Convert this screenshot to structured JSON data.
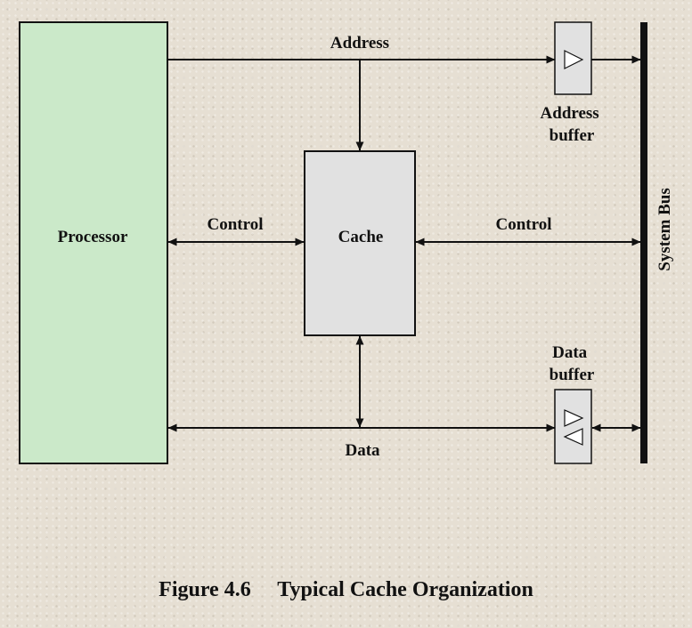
{
  "figure_caption": {
    "number": "Figure 4.6",
    "title": "Typical Cache Organization"
  },
  "blocks": {
    "processor": "Processor",
    "cache": "Cache"
  },
  "buses": {
    "system_bus": "System Bus"
  },
  "buffers": {
    "address_buffer": [
      "Address",
      "buffer"
    ],
    "data_buffer": [
      "Data",
      "buffer"
    ]
  },
  "signals": {
    "address": "Address",
    "control_left": "Control",
    "control_right": "Control",
    "data": "Data"
  },
  "colors": {
    "processor_fill": "#cbe9c9",
    "cache_fill": "#e1e1e1",
    "buffer_fill": "#e1e1e1",
    "line": "#111111",
    "background": "#e6dfd3"
  }
}
